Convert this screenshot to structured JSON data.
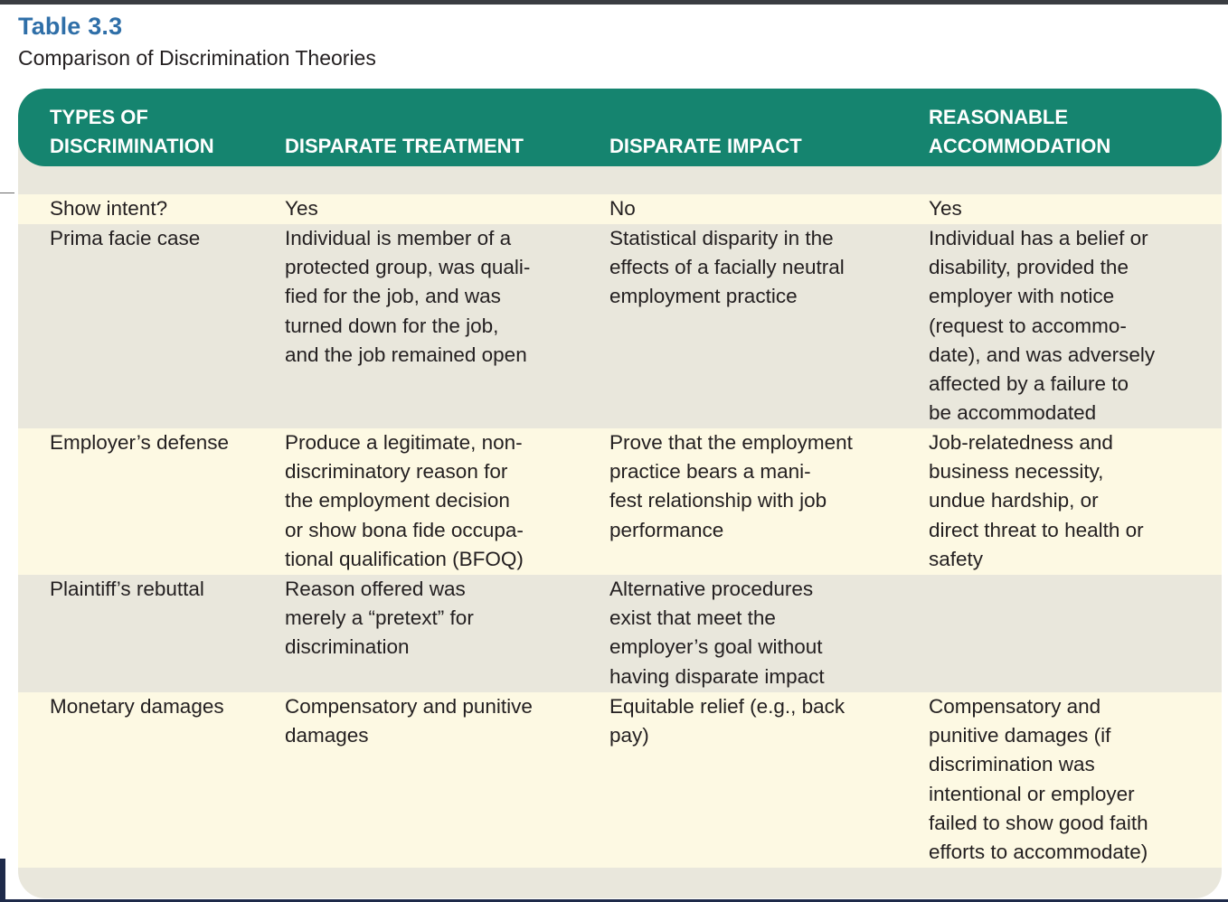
{
  "label": "Table 3.3",
  "caption": "Comparison of Discrimination Theories",
  "headers": [
    "TYPES OF\nDISCRIMINATION",
    "DISPARATE TREATMENT",
    "DISPARATE IMPACT",
    "REASONABLE\nACCOMMODATION"
  ],
  "rows": [
    {
      "label": "Show intent?",
      "treatment": "Yes",
      "impact": "No",
      "accommodation": "Yes"
    },
    {
      "label": "Prima facie case",
      "treatment": "Individual is member of a\nprotected group, was quali-\nfied for the job, and was\nturned down for the job,\nand the job remained open",
      "impact": "Statistical disparity in the\neffects of a facially neutral\nemployment practice",
      "accommodation": "Individual has a belief or\ndisability, provided the\nemployer with notice\n(request to accommo-\ndate), and was adversely\naffected by a failure to\nbe accommodated"
    },
    {
      "label": "Employer’s defense",
      "treatment": "Produce a legitimate, non-\ndiscriminatory reason for\nthe employment decision\nor show bona fide occupa-\ntional qualification (BFOQ)",
      "impact": "Prove that the employment\npractice bears a mani-\nfest relationship with job\nperformance",
      "accommodation": "Job-relatedness and\nbusiness necessity,\nundue hardship, or\ndirect threat to health or\nsafety"
    },
    {
      "label": "Plaintiff’s rebuttal",
      "treatment": "Reason offered was\nmerely a “pretext” for\ndiscrimination",
      "impact": "Alternative procedures\nexist that meet the\nemployer’s goal without\nhaving disparate impact",
      "accommodation": ""
    },
    {
      "label": "Monetary damages",
      "treatment": "Compensatory and punitive\ndamages",
      "impact": "Equitable relief (e.g., back\npay)",
      "accommodation": "Compensatory and\npunitive damages (if\ndiscrimination was\nintentional or employer\nfailed to show good faith\nefforts to accommodate)"
    }
  ],
  "colors": {
    "label_blue": "#2f6fa8",
    "header_green": "#15846f",
    "row_light": "#fdf9e3",
    "row_dark": "#e9e7dc"
  }
}
